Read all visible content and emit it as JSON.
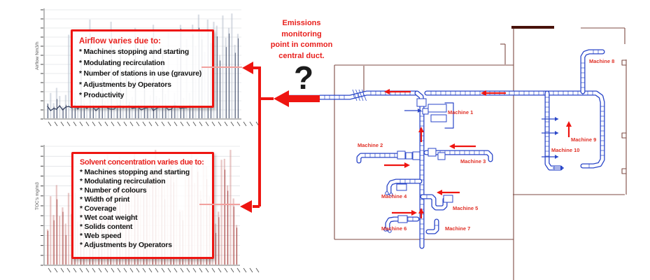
{
  "colors": {
    "accent_red": "#ee1511",
    "callout_title_red": "#e8201d",
    "duct_blue": "#2a46c8",
    "duct_pale_blue": "#98a9e8",
    "wall_maroon": "#7d4b43",
    "wall_dark_bar": "#48120a",
    "airflow_line_dark": "#313d5c",
    "airflow_line_light": "#b7bfcc",
    "toc_line_dark": "#9b3331",
    "toc_line_light": "#d49391",
    "machine_label_red": "#e03228",
    "grid_gray": "#d3d7dc"
  },
  "emissions_note": {
    "line1": "Emissions",
    "line2": "monitoring",
    "line3": "point in common",
    "line4": "central duct."
  },
  "question_mark": "?",
  "airflow_callout": {
    "title": "Airflow varies due to:",
    "items": [
      "* Machines stopping and starting",
      "* Modulating recirculation",
      "* Number of stations in use (gravure)",
      "* Adjustments by Operators",
      "* Productivity"
    ]
  },
  "solvent_callout": {
    "title": "Solvent concentration varies due to:",
    "items": [
      "* Machines stopping and starting",
      "* Modulating recirculation",
      "* Number of colours",
      "* Width of print",
      "* Coverage",
      "* Wet coat weight",
      "* Solids content",
      "* Web speed",
      "* Adjustments by Operators"
    ]
  },
  "machines": {
    "m1": "Machine 1",
    "m2": "Machine 2",
    "m3": "Machine 3",
    "m4": "Machine 4",
    "m5": "Machine 5",
    "m6": "Machine 6",
    "m7": "Machine 7",
    "m8": "Machine 8",
    "m9": "Machine 9",
    "m10": "Machine 10"
  },
  "charts": {
    "airflow": {
      "ylabel": "Airflow Nm3/h"
    },
    "toc": {
      "ylabel": "TOC's mg/m3"
    }
  },
  "chart_data": [
    {
      "type": "line",
      "name": "airflow",
      "title": "",
      "xlabel": "",
      "ylabel": "Airflow Nm3/h",
      "x": "time (slanted tick labels, illegible at source resolution)",
      "ylim": [
        0,
        100
      ],
      "grid": true,
      "legend": "none",
      "note": "dense noisy airflow trace; values estimated in % of plot height, tick numbers illegible",
      "values": [
        15,
        18,
        12,
        20,
        16,
        10,
        14,
        78,
        13,
        17,
        11,
        62,
        15,
        12,
        88,
        14,
        18,
        13,
        70,
        16,
        12,
        92,
        11,
        15,
        80,
        13,
        59,
        17,
        12,
        85,
        14,
        10,
        75,
        13,
        16,
        90,
        12,
        14,
        68,
        15,
        82,
        11,
        17,
        60,
        93,
        13,
        76,
        15,
        87,
        70,
        94,
        82,
        65,
        90,
        78,
        96,
        85,
        60,
        92,
        74,
        88,
        95,
        68,
        83
      ]
    },
    {
      "type": "line",
      "name": "solvent_concentration",
      "title": "",
      "xlabel": "",
      "ylabel": "TOC's mg/m3",
      "x": "time (slanted tick labels, illegible at source resolution)",
      "ylim": [
        0,
        100
      ],
      "grid": true,
      "legend": "none",
      "note": "dense noisy TOC concentration trace; values estimated in % of plot height, tick numbers illegible",
      "values": [
        32,
        55,
        42,
        62,
        38,
        50,
        28,
        60,
        45,
        68,
        35,
        58,
        48,
        30,
        65,
        42,
        72,
        55,
        85,
        60,
        92,
        68,
        88,
        75,
        95,
        62,
        85,
        90,
        72,
        96,
        80,
        88,
        66,
        92,
        76,
        86,
        94,
        70,
        90,
        62,
        88,
        94,
        78,
        85,
        50,
        42,
        90,
        86,
        96,
        72,
        88,
        62,
        93,
        81,
        58,
        38,
        30,
        45,
        85,
        90,
        70,
        95,
        55,
        35
      ]
    }
  ]
}
